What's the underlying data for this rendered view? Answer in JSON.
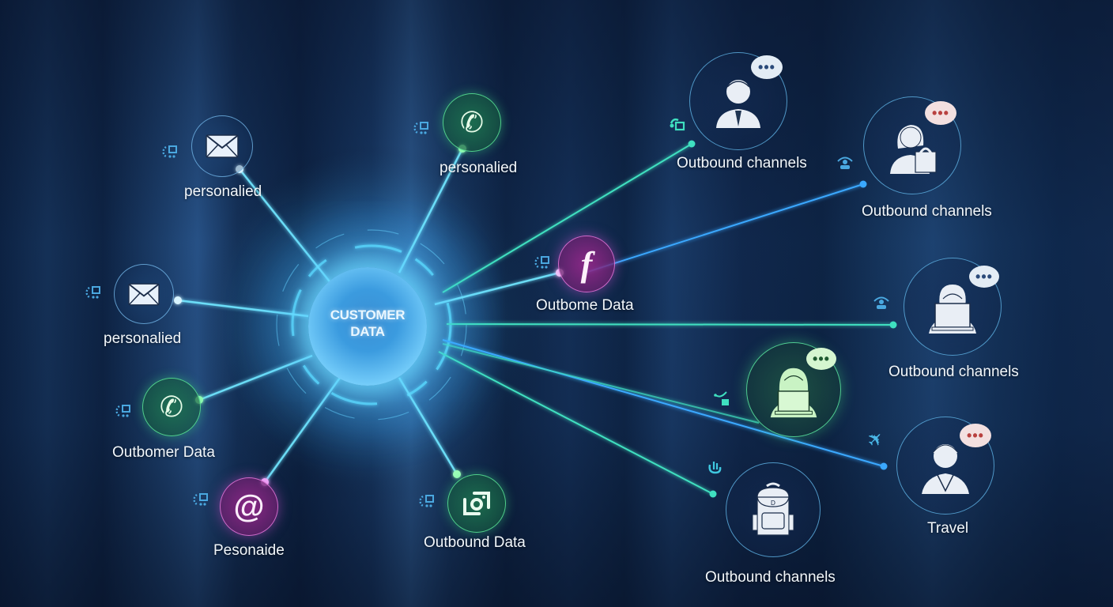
{
  "hub": {
    "line1": "CUSTOMER",
    "line2": "DATA"
  },
  "left_nodes": [
    {
      "id": "email-top",
      "icon": "envelope-icon",
      "label": "personalied"
    },
    {
      "id": "email-mid",
      "icon": "envelope-icon",
      "label": "personalied"
    },
    {
      "id": "phone-left",
      "icon": "phone-icon",
      "label": "Outbomer Data"
    },
    {
      "id": "at-sign",
      "icon": "at-sign-icon",
      "label": "Pesonaide"
    },
    {
      "id": "phone-top",
      "icon": "phone-icon",
      "label": "personalied"
    },
    {
      "id": "camera",
      "icon": "camera-icon",
      "label": "Outbound Data"
    },
    {
      "id": "facebook",
      "icon": "facebook-icon",
      "label": "Outbome Data"
    }
  ],
  "right_nodes": [
    {
      "id": "businessman",
      "icon": "businessman-chat-icon",
      "label": "Outbound channels"
    },
    {
      "id": "shopper",
      "icon": "woman-shopping-bag-icon",
      "label": "Outbound channels"
    },
    {
      "id": "laptop-woman",
      "icon": "woman-laptop-icon",
      "label": "Outbound channels"
    },
    {
      "id": "support-agent",
      "icon": "agent-laptop-icon",
      "label": ""
    },
    {
      "id": "travel",
      "icon": "traveler-icon",
      "label": "Travel"
    },
    {
      "id": "backpack",
      "icon": "backpack-icon",
      "label": "Outbound channels"
    }
  ],
  "colors": {
    "background": "#0b1a33",
    "hub_glow": "#6edcff",
    "link_cyan": "#3fe0d0",
    "link_blue": "#3aa8ff",
    "green_node": "#3ddc84",
    "purple_node": "#c23fc0"
  }
}
